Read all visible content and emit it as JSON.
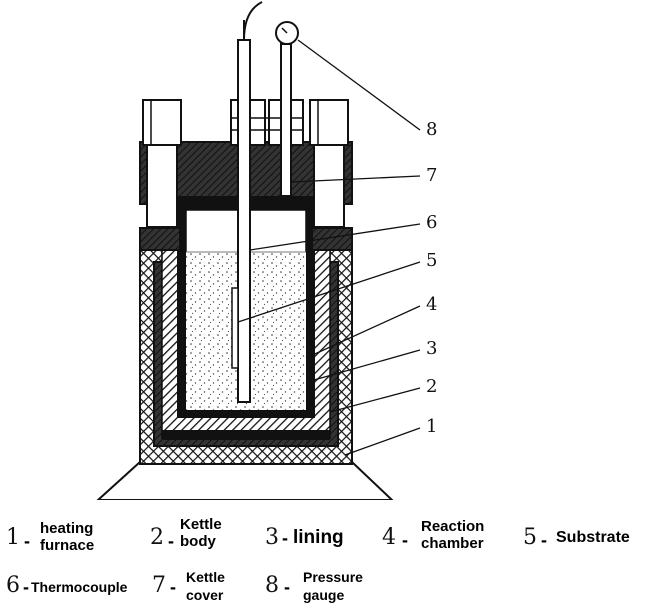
{
  "callouts": [
    "8",
    "7",
    "6",
    "5",
    "4",
    "3",
    "2",
    "1"
  ],
  "legend": [
    {
      "num": "1",
      "dash": "-",
      "text": "heating\nfurnace"
    },
    {
      "num": "2",
      "dash": "-",
      "text": "Kettle\nbody"
    },
    {
      "num": "3",
      "dash": "-",
      "text": "lining"
    },
    {
      "num": "4",
      "dash": "-",
      "text": "Reaction\nchamber"
    },
    {
      "num": "5",
      "dash": "-",
      "text": "Substrate"
    },
    {
      "num": "6",
      "dash": "-",
      "text": "Thermocouple"
    },
    {
      "num": "7",
      "dash": "-",
      "text": "Kettle\ncover"
    },
    {
      "num": "8",
      "dash": "-",
      "text": "Pressure\ngauge"
    }
  ],
  "colors": {
    "ink": "#111111",
    "fill_dark": "#2a2a2a",
    "fill_light": "#ffffff"
  }
}
